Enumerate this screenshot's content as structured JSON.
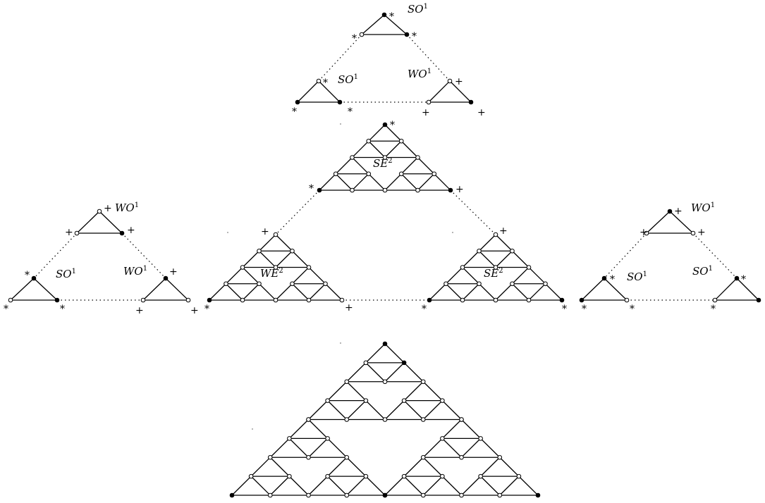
{
  "colors": {
    "ink": "#000000",
    "open_vertex": "#ffffff",
    "background": "#ffffff"
  },
  "labels": {
    "top_so1_a": {
      "base": "SO",
      "sup": "1"
    },
    "top_so1_b": {
      "base": "SO",
      "sup": "1"
    },
    "top_wo1": {
      "base": "WO",
      "sup": "1"
    },
    "mid_se2_top": {
      "base": "SE",
      "sup": "2"
    },
    "mid_we2": {
      "base": "WE",
      "sup": "2"
    },
    "mid_se2_right": {
      "base": "SE",
      "sup": "2"
    },
    "left_wo1_top": {
      "base": "WO",
      "sup": "1"
    },
    "left_so1": {
      "base": "SO",
      "sup": "1"
    },
    "left_wo1_right": {
      "base": "WO",
      "sup": "1"
    },
    "right_wo1_top": {
      "base": "WO",
      "sup": "1"
    },
    "right_so1_a": {
      "base": "SO",
      "sup": "1"
    },
    "right_so1_b": {
      "base": "SO",
      "sup": "1"
    }
  },
  "marks": {
    "star": "*",
    "plus": "+"
  }
}
